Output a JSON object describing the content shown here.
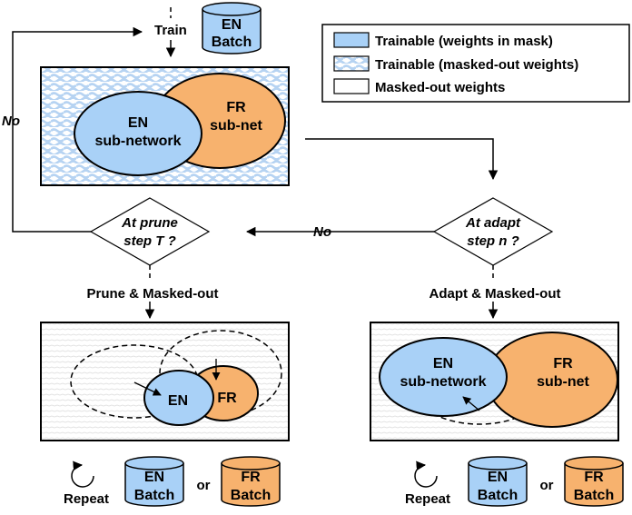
{
  "colors": {
    "trainable_blue": "#a9d1f7",
    "fr_orange": "#f7b26e",
    "masked_pattern": "#b6d3f2",
    "faint_texture": "#e6e6e6",
    "stroke": "#000000"
  },
  "legend": {
    "items": [
      {
        "label": "Trainable (weights in mask)",
        "swatch": "solid-blue"
      },
      {
        "label": "Trainable (masked-out weights)",
        "swatch": "pattern-blue"
      },
      {
        "label": "Masked-out weights",
        "swatch": "white"
      }
    ]
  },
  "top": {
    "train_label": "Train",
    "batch": {
      "line1": "EN",
      "line2": "Batch"
    },
    "en_net": {
      "line1": "EN",
      "line2": "sub-network"
    },
    "fr_net": {
      "line1": "FR",
      "line2": "sub-net"
    }
  },
  "decisions": {
    "prune": {
      "line1": "At prune",
      "line2": "step T ?"
    },
    "adapt": {
      "line1": "At adapt",
      "line2": "step n ?"
    },
    "no_loop": "No",
    "no_mid": "No"
  },
  "actions": {
    "prune": "Prune & Masked-out",
    "adapt": "Adapt & Masked-out"
  },
  "bottom_left": {
    "en_label": "EN",
    "fr_label": "FR",
    "repeat": "Repeat",
    "or": "or",
    "batch_en": {
      "line1": "EN",
      "line2": "Batch"
    },
    "batch_fr": {
      "line1": "FR",
      "line2": "Batch"
    }
  },
  "bottom_right": {
    "en_net": {
      "line1": "EN",
      "line2": "sub-network"
    },
    "fr_net": {
      "line1": "FR",
      "line2": "sub-net"
    },
    "repeat": "Repeat",
    "or": "or",
    "batch_en": {
      "line1": "EN",
      "line2": "Batch"
    },
    "batch_fr": {
      "line1": "FR",
      "line2": "Batch"
    }
  }
}
